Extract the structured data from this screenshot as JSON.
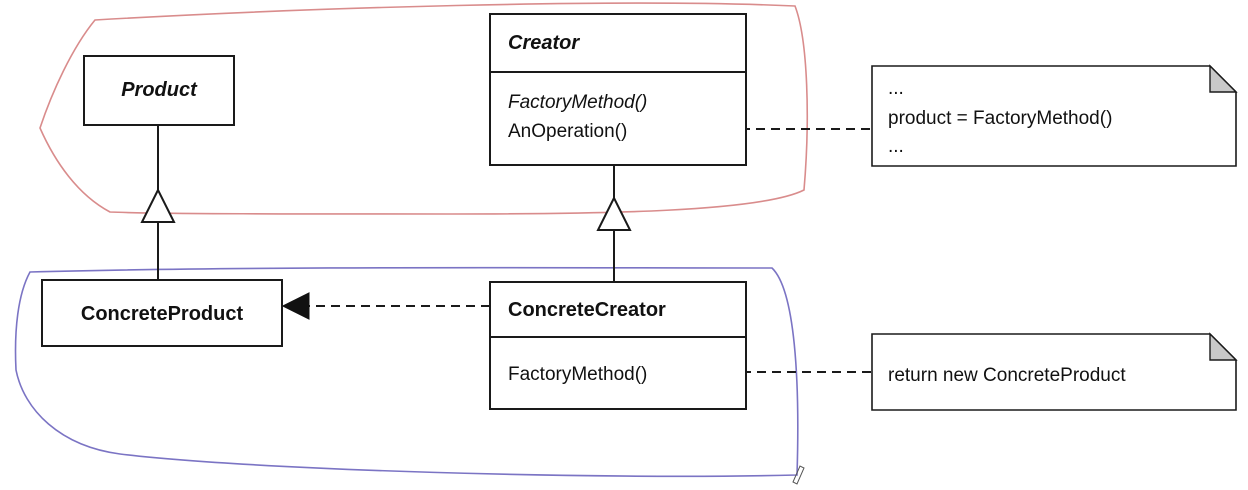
{
  "diagram": {
    "classes": {
      "product": {
        "name": "Product",
        "abstract": true
      },
      "creator": {
        "name": "Creator",
        "abstract": true,
        "operations": [
          {
            "label": "FactoryMethod()",
            "abstract": true
          },
          {
            "label": "AnOperation()",
            "abstract": false
          }
        ]
      },
      "concrete_product": {
        "name": "ConcreteProduct",
        "abstract": false
      },
      "concrete_creator": {
        "name": "ConcreteCreator",
        "abstract": false,
        "operations": [
          {
            "label": "FactoryMethod()",
            "abstract": false
          }
        ]
      }
    },
    "notes": {
      "anoperation_note": {
        "lines": [
          "...",
          "product = FactoryMethod()",
          "..."
        ]
      },
      "factorymethod_note": {
        "lines": [
          "return new ConcreteProduct"
        ]
      }
    },
    "relationships": [
      {
        "type": "generalization",
        "from": "ConcreteProduct",
        "to": "Product"
      },
      {
        "type": "generalization",
        "from": "ConcreteCreator",
        "to": "Creator"
      },
      {
        "type": "dependency",
        "from": "ConcreteCreator",
        "to": "ConcreteProduct"
      },
      {
        "type": "note-link",
        "from": "AnOperation()",
        "to": "anoperation_note"
      },
      {
        "type": "note-link",
        "from": "FactoryMethod()",
        "to": "factorymethod_note"
      }
    ],
    "colors": {
      "line": "#1a1a1a",
      "box_fill": "#ffffff",
      "creator_group_outline": "#d98c8c",
      "concrete_group_outline": "#7b74c4",
      "note_corner": "#c8c8c8"
    }
  }
}
